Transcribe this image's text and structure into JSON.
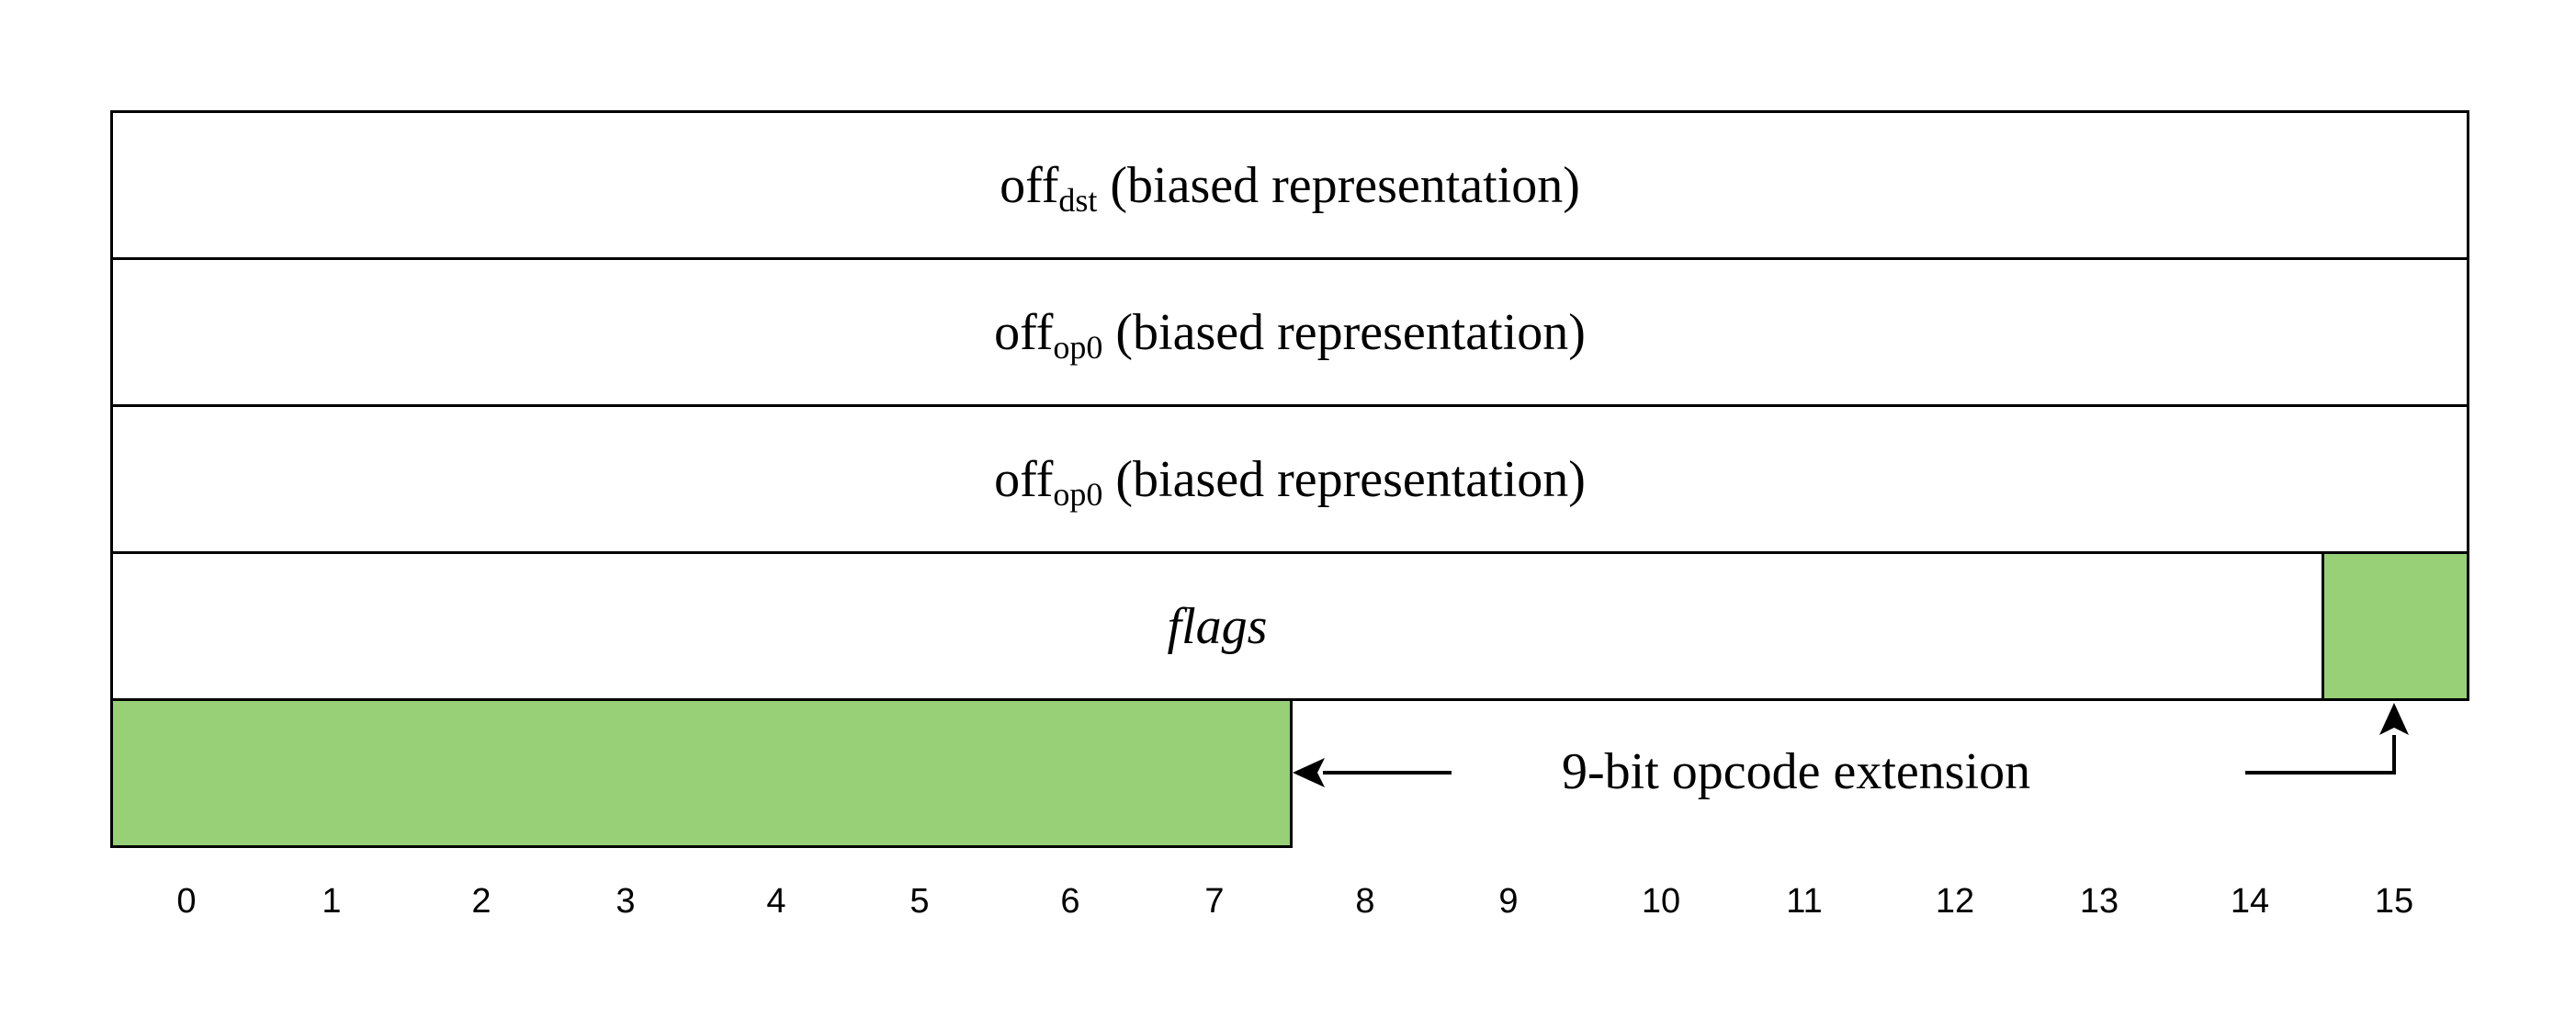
{
  "rows": {
    "dst": {
      "base": "off",
      "sub": "dst",
      "rest": " (biased representation)"
    },
    "op0a": {
      "base": "off",
      "sub": "op0",
      "rest": " (biased representation)"
    },
    "op0b": {
      "base": "off",
      "sub": "op0",
      "rest": " (biased representation)"
    },
    "flags": {
      "label": "flags"
    }
  },
  "extension": {
    "label": "9-bit opcode extension"
  },
  "bits": [
    "0",
    "1",
    "2",
    "3",
    "4",
    "5",
    "6",
    "7",
    "8",
    "9",
    "10",
    "11",
    "12",
    "13",
    "14",
    "15"
  ],
  "colors": {
    "highlight": "#97d077",
    "stroke": "#000000"
  }
}
